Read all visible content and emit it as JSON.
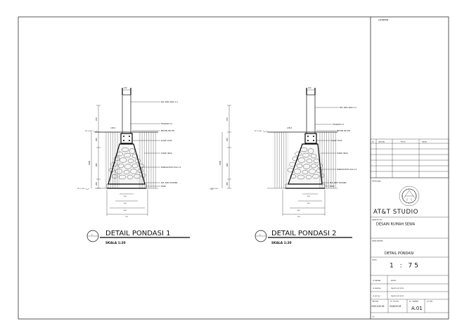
{
  "sheet": {
    "title_block": {
      "catatan": "CATATAN",
      "revision_headers": [
        "NO",
        "TANGGAL",
        "REVISI",
        "TANDA"
      ],
      "perencana_label": "PERENCANA :",
      "studio_name": "AT&T STUDIO",
      "nama_proyek_label": "NAMA PROYEK :",
      "nama_proyek": "DESAIN RUMAH SEWA",
      "nama_gambar_label": "NAMA GAMBAR :",
      "nama_gambar": "DETAIL PONDASI",
      "skala_label": "SKALA :",
      "skala": "1 : 75",
      "di_gambar_label": "DI GAMBAR",
      "di_gambar": "ASKINS",
      "di_periksa_label": "DI PERIKSA",
      "di_periksa": "TAUFIK W.ST.MT.M",
      "di_setujui_label": "DI SETUJUI",
      "di_setujui": "TAUFIK W.ST.MT.M",
      "tanggal_label": "TANGGAL",
      "tanggal": "25/01/2018",
      "no_proyek_label": "NO. PROYEK",
      "no_proyek": "02/6/2018",
      "no_gambar_label": "NO. GAMBAR",
      "no_gambar": "A.01",
      "jumlah_label": "JLH GBR",
      "tgl_label": "TGL"
    },
    "details": [
      {
        "title": "DETAIL PONDASI 1",
        "scale": "SKALA 1:20",
        "marker": "A",
        "labels": {
          "bata": "PAS. BATU BATA 1:4",
          "trasram": "TRASRAM 1:2",
          "beugel": "BEUGEL Ø8-150",
          "sloof": "SLOOF 15/20",
          "tanah": "TANAH URUG",
          "pondasi": "PONDASI BATU KALI 1:4",
          "kosong": "PAS. BATU KOSONG",
          "pasir": "PASIR"
        },
        "dims": {
          "top_width": "150",
          "d1": "450",
          "d2": "200",
          "d3": "1000",
          "d4": "600",
          "d5": "200",
          "top_width2": "2 Ø12",
          "level1": "MT -0.040",
          "level2": "MT -1.500",
          "w1": "300",
          "w2": "500",
          "w3": "800",
          "w4": "700"
        }
      },
      {
        "title": "DETAIL PONDASI 2",
        "scale": "SKALA 1:20",
        "marker": "B",
        "labels": {
          "bata": "PAS. BATU BATA 1:4",
          "trasram": "TRASRAM 1:2",
          "beugel": "BEUGEL Ø8-150",
          "sloof": "SLOOF 15/20",
          "tanah": "TANAH URUG",
          "pondasi": "PONDASI BATU KALI 1:4",
          "kosong": "PAS. BATU KOSONG",
          "pasir": "PASIR"
        },
        "dims": {
          "top_width": "150",
          "d1": "450",
          "d2": "200",
          "d3": "1000",
          "d4": "600",
          "d5": "200",
          "top_width2": "2 Ø12",
          "level1": "MT -0.040",
          "level2": "MT -1.500",
          "w1": "300",
          "w2": "500",
          "w3": "800",
          "w4": "900"
        }
      }
    ]
  }
}
